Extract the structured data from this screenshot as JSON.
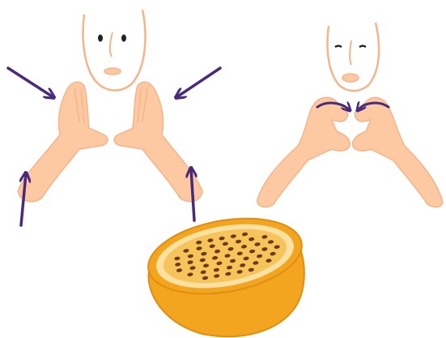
{
  "illustration": {
    "panels": [
      {
        "name": "sign-start",
        "eyes": "open",
        "mouth": "closed"
      },
      {
        "name": "sign-end",
        "eyes": "closed",
        "mouth": "open"
      }
    ],
    "object": "passion-fruit-half",
    "colors": {
      "skin": "#fcc9a3",
      "skin_outline": "#f5b48a",
      "arrow": "#4a2a7a",
      "fruit_skin": "#f3a51f",
      "fruit_rim": "#fde1a3",
      "fruit_pulp": "#f7c45c",
      "seeds": "#6b3a12"
    }
  }
}
